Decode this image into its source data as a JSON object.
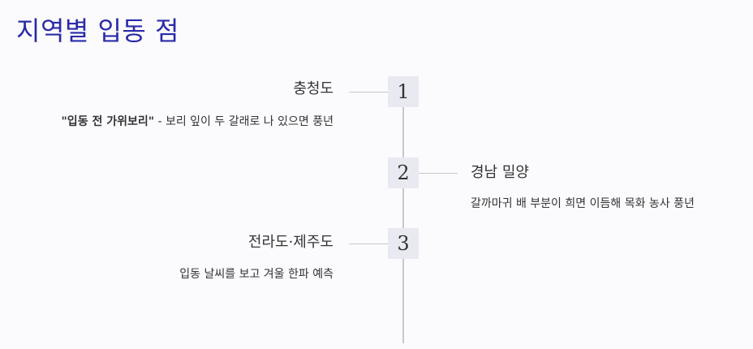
{
  "title": "지역별 입동 점",
  "items": [
    {
      "number": "1",
      "region": "충청도",
      "quote": "\"입동 전 가위보리\"",
      "description": " - 보리 잎이 두 갈래로 나 있으면 풍년"
    },
    {
      "number": "2",
      "region": "경남 밀양",
      "description": "갈까마귀 배 부분이 희면 이듬해 목화 농사 풍년"
    },
    {
      "number": "3",
      "region": "전라도·제주도",
      "description": "입동 날씨를 보고 겨울 한파 예측"
    }
  ],
  "colors": {
    "title": "#2a2aa8",
    "text": "#333333",
    "marker_bg": "#e9e9f1",
    "line": "#c8c8cc",
    "background": "#fbfbfe"
  }
}
